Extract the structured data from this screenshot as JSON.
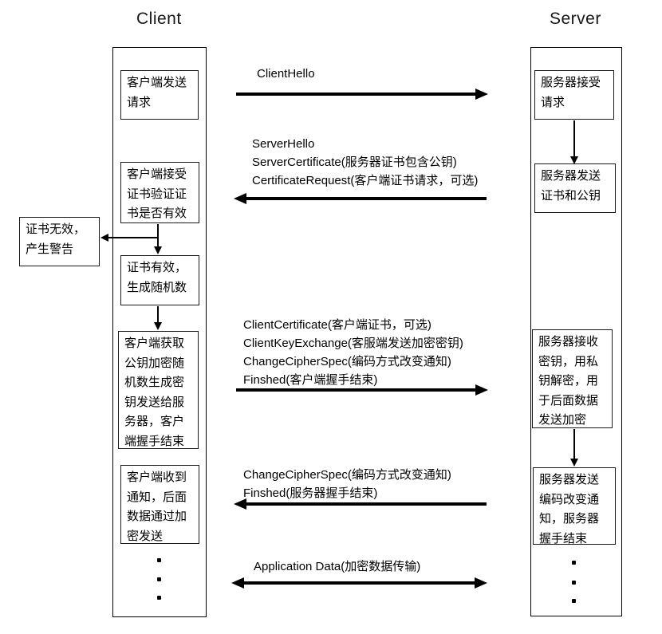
{
  "titles": {
    "client": "Client",
    "server": "Server"
  },
  "client_lane": {
    "boxes": [
      "客户端发送\n请求",
      "客户端接受\n证书验证证\n书是否有效",
      "证书有效，\n生成随机数",
      "客户端获取\n公钥加密随\n机数生成密\n钥发送给服\n务器，客户\n端握手结束",
      "客户端收到\n通知，后面\n数据通过加\n密发送"
    ]
  },
  "server_lane": {
    "boxes": [
      "服务器接受\n请求",
      "服务器发送\n证书和公钥",
      "服务器接收\n密钥，用私\n钥解密，用\n于后面数据\n发送加密",
      "服务器发送\n编码改变通\n知，服务器\n握手结束"
    ]
  },
  "warning_box": "证书无效，\n产生警告",
  "messages": [
    {
      "direction": "right",
      "lines": [
        "ClientHello"
      ]
    },
    {
      "direction": "left",
      "lines": [
        "ServerHello",
        "ServerCertificate(服务器证书包含公钥)",
        "CertificateRequest(客户端证书请求，可选)"
      ]
    },
    {
      "direction": "right",
      "lines": [
        "ClientCertificate(客户端证书，可选)",
        "ClientKeyExchange(客服端发送加密密钥)",
        "ChangeCipherSpec(编码方式改变通知)",
        "Finshed(客户端握手结束)"
      ]
    },
    {
      "direction": "left",
      "lines": [
        "ChangeCipherSpec(编码方式改变通知)",
        "Finshed(服务器握手结束)"
      ]
    },
    {
      "direction": "both",
      "lines": [
        "Application Data(加密数据传输)"
      ]
    }
  ]
}
